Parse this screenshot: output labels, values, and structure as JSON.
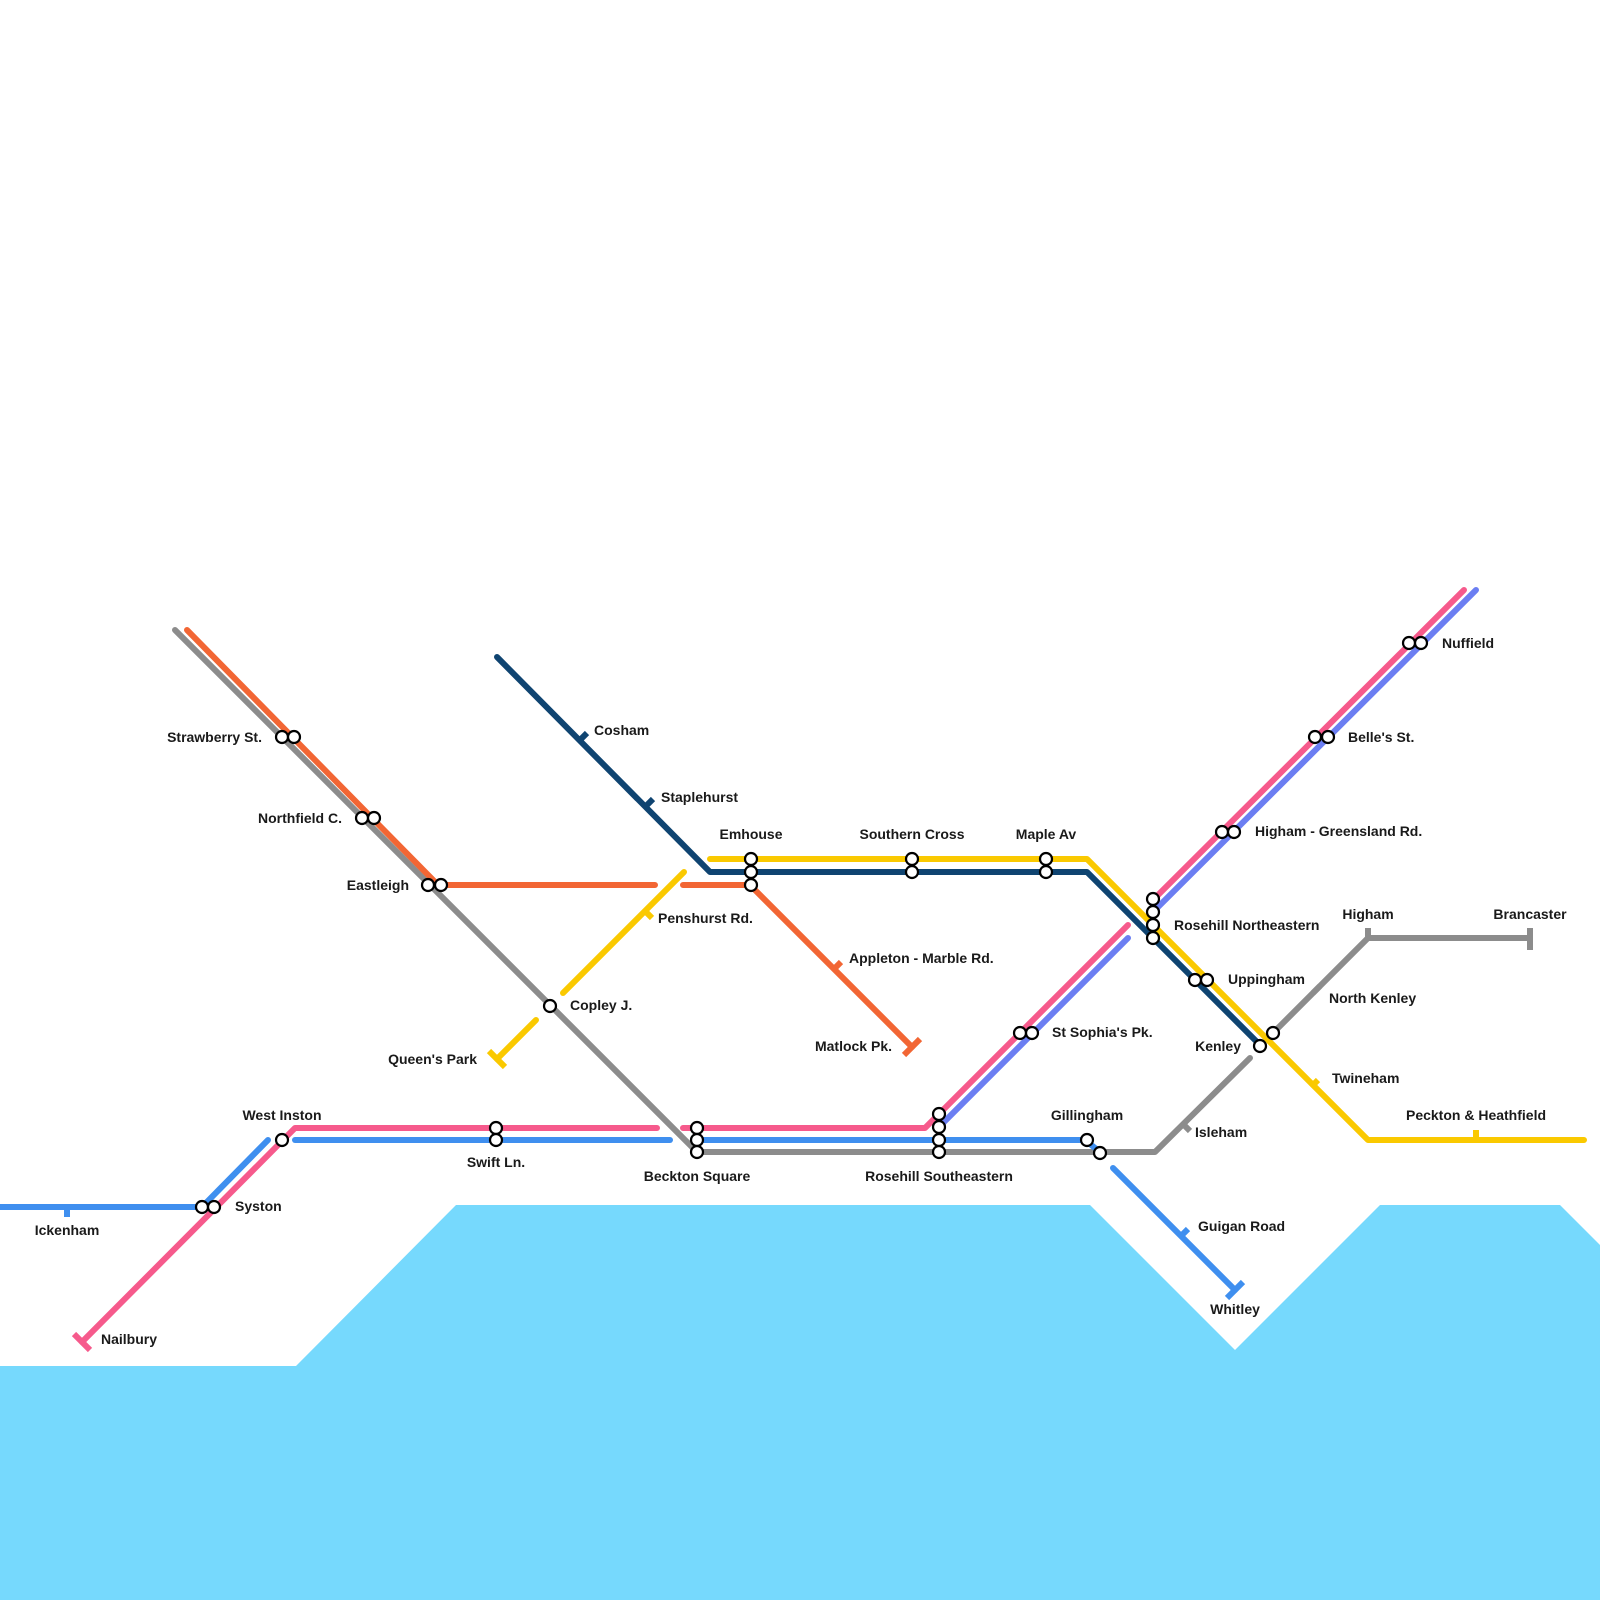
{
  "colors": {
    "water": "#76d9fd",
    "grey": "#8c8c8c",
    "orange": "#f26634",
    "navy": "#0f4471",
    "yellow": "#fac900",
    "pink": "#f65a8c",
    "periwinkle": "#6b7ef2",
    "blue": "#3f8fef"
  },
  "stations": {
    "strawberry": "Strawberry St.",
    "northfield": "Northfield C.",
    "eastleigh": "Eastleigh",
    "cosham": "Cosham",
    "staplehurst": "Staplehurst",
    "emhouse": "Emhouse",
    "southern_cross": "Southern Cross",
    "maple": "Maple Av",
    "penshurst": "Penshurst Rd.",
    "appleton": "Appleton - Marble Rd.",
    "matlock": "Matlock Pk.",
    "copley": "Copley J.",
    "queens_park": "Queen's Park",
    "west_inston": "West Inston",
    "swift": "Swift Ln.",
    "beckton": "Beckton Square",
    "rosehill_se": "Rosehill Southeastern",
    "gillingham": "Gillingham",
    "st_sophias": "St Sophia's Pk.",
    "rosehill_ne": "Rosehill Northeastern",
    "uppingham": "Uppingham",
    "kenley": "Kenley",
    "higham_green": "Higham - Greensland Rd.",
    "belles": "Belle's St.",
    "nuffield": "Nuffield",
    "higham": "Higham",
    "brancaster": "Brancaster",
    "north_kenley": "North Kenley",
    "twineham": "Twineham",
    "peckton": "Peckton & Heathfield",
    "isleham": "Isleham",
    "guigan": "Guigan Road",
    "whitley": "Whitley",
    "syston": "Syston",
    "ickenham": "Ickenham",
    "nailbury": "Nailbury"
  }
}
